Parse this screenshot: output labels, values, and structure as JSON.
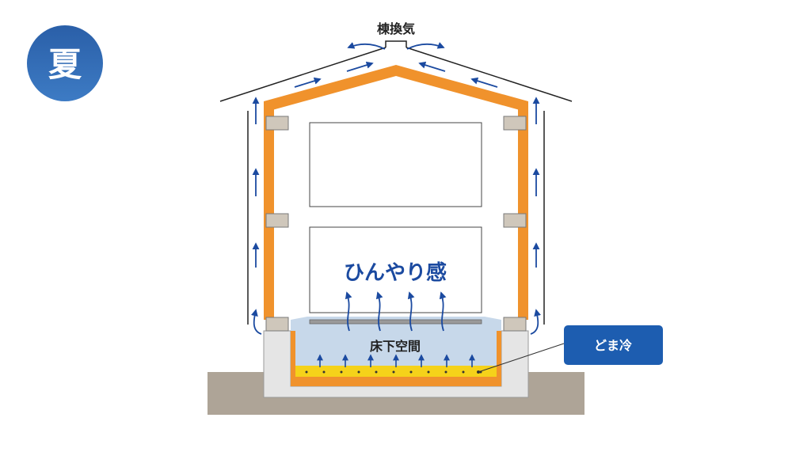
{
  "season_badge": {
    "label": "夏",
    "color": "#2f69b3"
  },
  "labels": {
    "ridge_vent": "棟換気",
    "cool_feeling": "ひんやり感",
    "underfloor_space": "床下空間",
    "product_tag": "どま冷"
  },
  "colors": {
    "insulation": "#f0922c",
    "airflow": "#1b4aa0",
    "underfloor_air": "#c7d8ea",
    "cooling_layer": "#f5d21a",
    "foundation": "#e5e5e5",
    "ground": "#aea497",
    "beam": "#cfc7bb"
  }
}
